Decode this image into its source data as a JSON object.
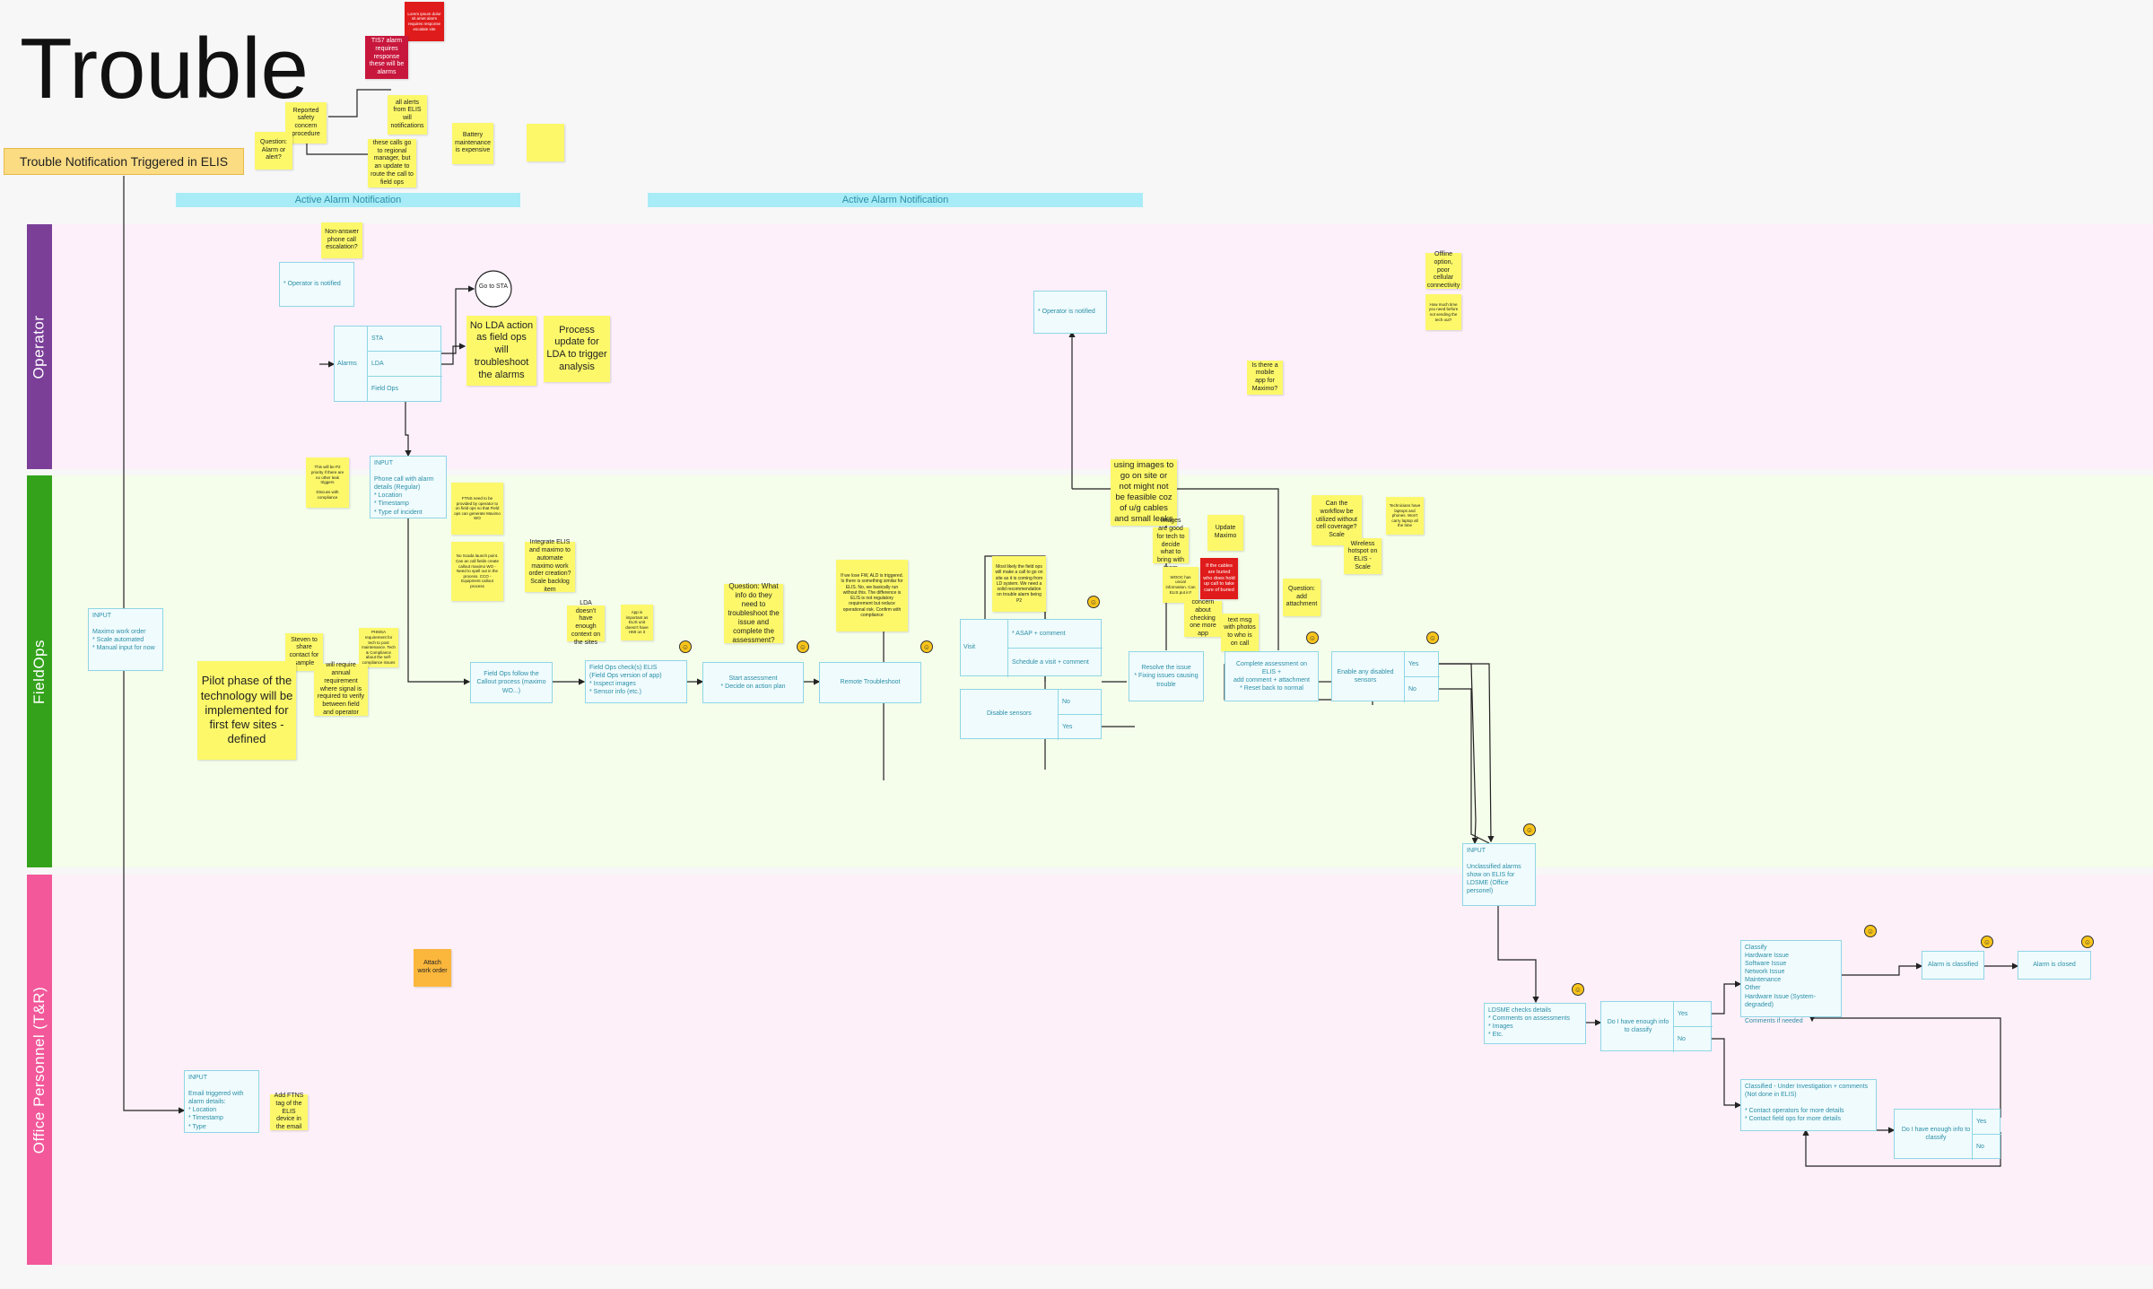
{
  "title": "Trouble",
  "trigger": "Trouble Notification Triggered in ELIS",
  "banners": [
    "Active Alarm Notification",
    "Active Alarm Notification"
  ],
  "lanes": {
    "operator": "Operator",
    "fieldops": "FieldOps",
    "office": "Office Personnel (T&R)"
  },
  "colors": {
    "operator_lane": "#fdf0fb",
    "fieldops_lane": "#f5fdeb",
    "office_lane": "#fdf0f8",
    "operator_tab": "#7b3f98",
    "fieldops_tab": "#34a31b",
    "office_tab": "#f2589a",
    "sticky": "#fcf86a",
    "banner": "#a8ecf7"
  },
  "stickies": {
    "top_red_small": "Lorem ipsum dolor sit amet alarm requires response escalate site",
    "top_crimson": "TIS7 alarm requires response these will be alarms",
    "reported": "Reported safety concern procedure",
    "all_alerts": "all alerts from ELIS will notifications",
    "question_alarm": "Question: Alarm or alert?",
    "these_calls": "these calls go to regional manager, but an update to route the call to field ops",
    "battery": "Battery maintenance is expensive",
    "blank": "",
    "non_answer": "Non-answer phone call escalation?",
    "no_lda": "No LDA action as field ops will troubleshoot the alarms",
    "process_update": "Process update for LDA to trigger analysis",
    "offline": "Offline option, poor cellular connectivity",
    "how_much_time": "How much time you need before not sending the tech out?",
    "mobile_app": "Is there a mobile app for Maximo?",
    "p2_priority": "This will be P2 priority if there are no other leak triggers\n\nDiscuss with compliance",
    "ftns_provided": "FTNS need to be provided by operator to on field ops so that Field ops can generate Maximo WO",
    "no_scada": "No Scada launch point. Can an call fields create callout maximo WO - Need to spell out in the process. CCO - Equipment callout process",
    "integrate_elis": "Integrate ELIS and maximo to automate maximo work order creation? Scale backlog item",
    "lda_doesnt": "LDA doesn't have enough context on the sites",
    "app_important": "App is important as ELIS unit doesn't have HMI on it",
    "question_info": "Question: What info do they need to troubleshoot the issue and complete the assessment?",
    "fw_ald": "If we lose FW, ALD is triggered. Is there is something similar for ELIS. No, we basically run without this. The difference is ELIS is not regulatory requirement but reduce operational risk. Confirm with compliance",
    "most_likely": "Most likely the field ops will make a call to go on site as it is coming from LD system. We need a solid recommendation on trouble alarm being P2",
    "using_images": "using images to go on site or not might not be feasible coz of u/g cables and small leaks",
    "images_good": "Images are good for tech to decide what to bring with them",
    "woo_has": "WOOC has uncial information. Can ELIS put in?",
    "cable_buried": "If the cables are buried who does hold up call to take care of buried",
    "concern": "concern about checking one more app",
    "update_maximo": "Update Maximo",
    "text_msg": "text msg with photos to who is on call",
    "can_workflow": "Can the workflow be utilized without cell coverage? Scale",
    "technicians": "Technicians have laptops and phones. Won't carry laptop all the time",
    "wireless": "Wireless hotspot on ELIS - Scale",
    "question_add": "Question: add attachment",
    "steven": "Steven to share contact for sample",
    "ppmsa": "PHMSA requirement for tech to post maintenance. Tech & Compliance about the self-compliance issues",
    "pilot": "Pilot phase of the technology will be implemented for first few sites - defined",
    "annual": "will require annual requirement where signal is required to verify between field and operator",
    "ftns_tag": "Add FTNS tag of the ELIS device in the email",
    "attach": "Attach work order"
  },
  "boxes": {
    "operator_notified_1": "* Operator is notified",
    "operator_notified_2": "* Operator is notified",
    "go_to_sta": "Go to STA",
    "alarms_label": "Alarms",
    "alarm_opts": [
      "STA",
      "LDA",
      "Field Ops"
    ],
    "input_field": "INPUT\n\nPhone call with alarm details (Regular)\n* Location\n* Timestamp\n* Type of incident",
    "input_maximo": "INPUT\n\nMaximo work order\n* Scale automated\n* Manual input for now",
    "field_ops_callout": "Field Ops follow the Callout process (maximo WO...)",
    "field_ops_check": "Field Ops check(s) ELIS\n(Field Ops version of app)\n* Inspect images\n* Sensor info (etc.)",
    "start_assessment": "Start assessment\n* Decide on action plan",
    "remote_troubleshoot": "Remote Troubleshoot",
    "visit": "Visit",
    "visit_opts": [
      "* ASAP + comment",
      "Schedule a visit + comment"
    ],
    "disable_sensors": "Disable sensors",
    "disable_opts": [
      "No",
      "Yes"
    ],
    "resolve_issue": "Resolve the issue\n* Fixing issues causing trouble",
    "complete_assessment": "Complete assessment on ELIS +\nadd comment + attachment\n* Reset back to normal",
    "enable_disabled": "Enable any disabled sensors",
    "enable_opts": [
      "Yes",
      "No"
    ],
    "input_unclassified": "INPUT\n\nUnclassified alarms show on ELIS for LDSME (Office personel)",
    "input_email": "INPUT\n\nEmail triggered with alarm details:\n* Location\n* Timestamp\n* Type",
    "ldsme_checks": "LDSME checks details\n* Comments on assessments\n* Images\n* Etc.",
    "enough_info_1": "Do I have enough info to classify",
    "enough_opts_1": [
      "Yes",
      "No"
    ],
    "classify": "Classify\nHardware Issue\nSoftware Issue\nNetwork Issue\nMaintenance\nOther\nHardware Issue (System-degraded)\n\nComments if needed",
    "alarm_classified": "Alarm is classified",
    "alarm_closed": "Alarm is closed",
    "classified_under": "Classified - Under Investigation + comments\n(Not done in ELIS)\n\n* Contact operators for more details\n* Contact field ops for more details",
    "enough_info_2": "Do I have enough info to classify",
    "enough_opts_2": [
      "Yes",
      "No"
    ]
  }
}
